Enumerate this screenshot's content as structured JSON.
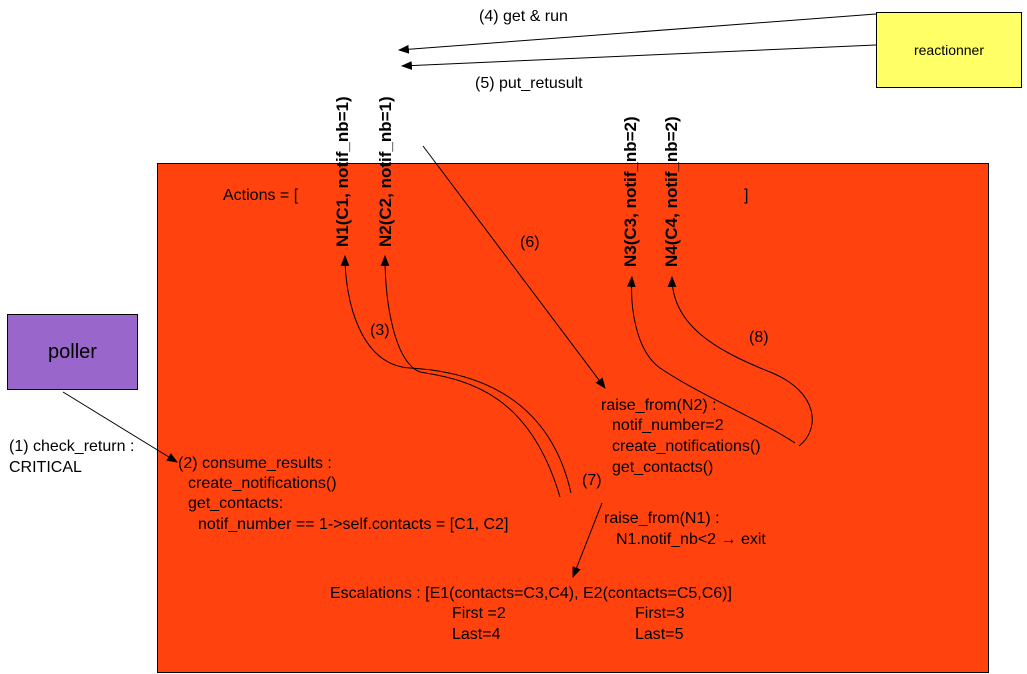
{
  "colors": {
    "main_box": "#ff420e",
    "poller": "#9966cc",
    "reactionner": "#ffff66",
    "stroke": "#000000"
  },
  "nodes": {
    "poller": "poller",
    "reactionner": "reactionner"
  },
  "labels": {
    "get_run": "(4) get & run",
    "put_result": "(5) put_retusult",
    "actions_open": "Actions = [",
    "actions_close": "]",
    "step3": "(3)",
    "step6": "(6)",
    "step7": "(7)",
    "step8": "(8)",
    "check_return_1": "(1) check_return :",
    "check_return_2": "CRITICAL"
  },
  "actions": [
    "N1(C1, notif_nb=1)",
    "N2(C2, notif_nb=1)",
    "N3(C3, notif_nb=2)",
    "N4(C4, notif_nb=2)"
  ],
  "consume_block": [
    "(2) consume_results :",
    "create_notifications()",
    "get_contacts:",
    "notif_number == 1->self.contacts = [C1, C2]"
  ],
  "raise_n2_block": [
    "raise_from(N2) :",
    "notif_number=2",
    "create_notifications()",
    "get_contacts()"
  ],
  "raise_n1_block": [
    "raise_from(N1) :",
    "N1.notif_nb<2 → exit"
  ],
  "escalations": {
    "line": "Escalations : [E1(contacts=C3,C4), E2(contacts=C5,C6)]",
    "e1_first": "First =2",
    "e1_last": "Last=4",
    "e2_first": "First=3",
    "e2_last": "Last=5"
  }
}
